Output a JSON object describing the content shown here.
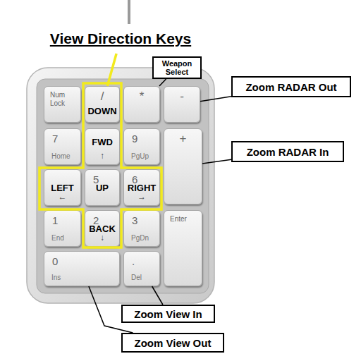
{
  "diagram": {
    "nodes": [
      {
        "text": [
          "View Direction Keys"
        ]
      },
      {
        "text": [
          "Weapon Select"
        ]
      },
      {
        "text": [
          "Zoom RADAR Out"
        ]
      },
      {
        "text": [
          "Zoom RADAR In"
        ]
      },
      {
        "text": [
          "Zoom View In"
        ]
      },
      {
        "text": [
          "Zoom View Out"
        ]
      },
      {
        "text": [
          "Num Lock"
        ]
      },
      {
        "text": [
          "/",
          "DOWN"
        ]
      },
      {
        "text": [
          "*"
        ]
      },
      {
        "text": [
          "-"
        ]
      },
      {
        "text": [
          "7",
          "Home"
        ]
      },
      {
        "text": [
          "FWD",
          "↑"
        ]
      },
      {
        "text": [
          "9",
          "PgUp"
        ]
      },
      {
        "text": [
          "+"
        ]
      },
      {
        "text": [
          "LEFT",
          "←"
        ]
      },
      {
        "text": [
          "5",
          "UP"
        ]
      },
      {
        "text": [
          "6",
          "RIGHT",
          "→"
        ]
      },
      {
        "text": [
          "1",
          "End"
        ]
      },
      {
        "text": [
          "2",
          "BACK",
          "↓"
        ]
      },
      {
        "text": [
          "3",
          "PgDn"
        ]
      },
      {
        "text": [
          "Enter"
        ]
      },
      {
        "text": [
          "0",
          "Ins"
        ]
      },
      {
        "text": [
          ".",
          "Del"
        ]
      }
    ],
    "edges": [
      {
        "from": 0,
        "to": 7,
        "arrow": "none"
      },
      {
        "from": 1,
        "to": 8,
        "arrow": "none"
      },
      {
        "from": 2,
        "to": 9,
        "arrow": "none"
      },
      {
        "from": 3,
        "to": 13,
        "arrow": "none"
      },
      {
        "from": 4,
        "to": 22,
        "arrow": "none"
      },
      {
        "from": 5,
        "to": 21,
        "arrow": "none"
      }
    ]
  }
}
